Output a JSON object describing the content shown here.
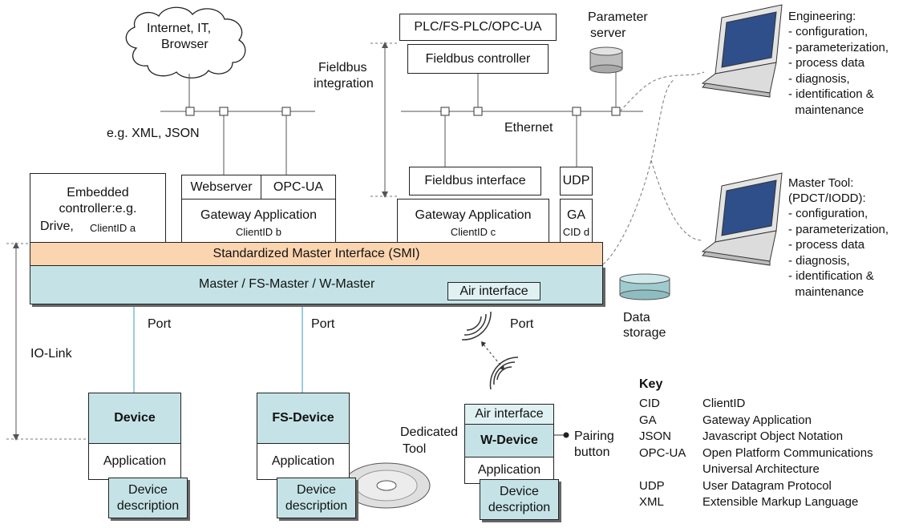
{
  "cloud": {
    "line1": "Internet, IT,",
    "line2": "Browser"
  },
  "labels": {
    "xml_json": "e.g. XML, JSON",
    "fieldbus_integration_1": "Fieldbus",
    "fieldbus_integration_2": "integration",
    "ethernet": "Ethernet",
    "parameter_server_1": "Parameter",
    "parameter_server_2": "server",
    "data_storage_1": "Data",
    "data_storage_2": "storage",
    "io_link": "IO-Link",
    "port": "Port",
    "dedicated_tool_1": "Dedicated",
    "dedicated_tool_2": "Tool",
    "pairing_1": "Pairing",
    "pairing_2": "button"
  },
  "boxes": {
    "plc": "PLC/FS-PLC/OPC-UA",
    "fieldbus_controller": "Fieldbus controller",
    "webserver": "Webserver",
    "opcua": "OPC-UA",
    "fieldbus_interface": "Fieldbus interface",
    "udp": "UDP",
    "embedded_1": "Embedded",
    "embedded_2": "controller:e.g.",
    "embedded_3": "Drive,",
    "client_a": "ClientID a",
    "gateway_app": "Gateway Application",
    "client_b": "ClientID b",
    "client_c": "ClientID c",
    "ga": "GA",
    "cid_d": "CID d",
    "smi": "Standardized Master Interface (SMI)",
    "master": "Master / FS-Master / W-Master",
    "air_interface": "Air interface",
    "device": "Device",
    "fs_device": "FS-Device",
    "w_device": "W-Device",
    "application": "Application",
    "device_desc_1": "Device",
    "device_desc_2": "description"
  },
  "engineering": {
    "title": "Engineering:",
    "items": [
      "- configuration,",
      "- parameterization,",
      "- process data",
      "- diagnosis,",
      "- identification &",
      "  maintenance"
    ]
  },
  "master_tool": {
    "title": "Master Tool:",
    "subtitle": "(PDCT/IODD):",
    "items": [
      "- configuration,",
      "- parameterization,",
      "- process data",
      "- diagnosis,",
      "- identification &",
      "  maintenance"
    ]
  },
  "key": {
    "title": "Key",
    "rows": [
      {
        "abbr": "CID",
        "desc": "ClientID"
      },
      {
        "abbr": "GA",
        "desc": "Gateway Application"
      },
      {
        "abbr": "JSON",
        "desc": "Javascript Object Notation"
      },
      {
        "abbr": "OPC-UA",
        "desc": "Open Platform Communications"
      },
      {
        "abbr": "",
        "desc": "Universal Architecture"
      },
      {
        "abbr": "UDP",
        "desc": "User Datagram Protocol"
      },
      {
        "abbr": "XML",
        "desc": "Extensible Markup Language"
      }
    ]
  }
}
